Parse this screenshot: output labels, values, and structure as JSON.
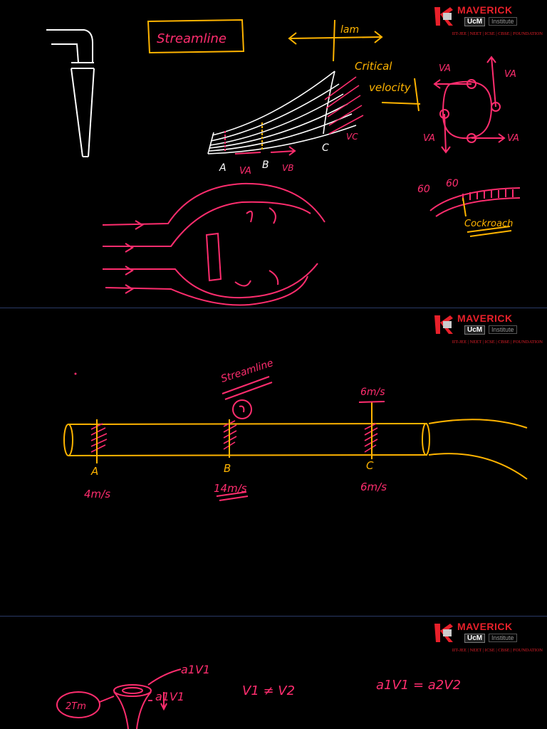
{
  "branding": {
    "name": "MAVERICK",
    "sub": "UcM",
    "institute": "Institute",
    "tagline": "IIT-JEE | NEET | ICSE | CBSE | FOUNDATION",
    "accent_color": "#e8202a"
  },
  "ink_colors": {
    "white": "#ffffff",
    "pink": "#ff2d6e",
    "yellow": "#ffb400"
  },
  "panel1": {
    "title": "Streamline",
    "arrow_label": "lam",
    "critical_label_1": "Critical",
    "critical_label_2": "velocity",
    "point_a": "A",
    "point_b": "B",
    "point_c": "C",
    "label_va": "VA",
    "label_vb": "VB",
    "label_vc": "VC",
    "circle_va_1": "VA",
    "circle_va_2": "VA",
    "circle_va_3": "VA",
    "circle_va_4": "VA",
    "layer_label_1": "60",
    "layer_label_2": "60",
    "layer_caption": "Cockroach"
  },
  "panel2": {
    "note_streamline": "Streamline",
    "point_a": "A",
    "point_b": "B",
    "point_c": "C",
    "speed_a": "4m/s",
    "speed_b": "14m/s",
    "speed_c_top": "6m/s",
    "speed_c": "6m/s"
  },
  "panel3": {
    "label_a1v1_top": "a1V1",
    "label_area": "2Tm",
    "label_a1v1_side": "a1V1",
    "eq_not_equal": "V1 ≠ V2",
    "eq_continuity": "a1V1 = a2V2"
  }
}
